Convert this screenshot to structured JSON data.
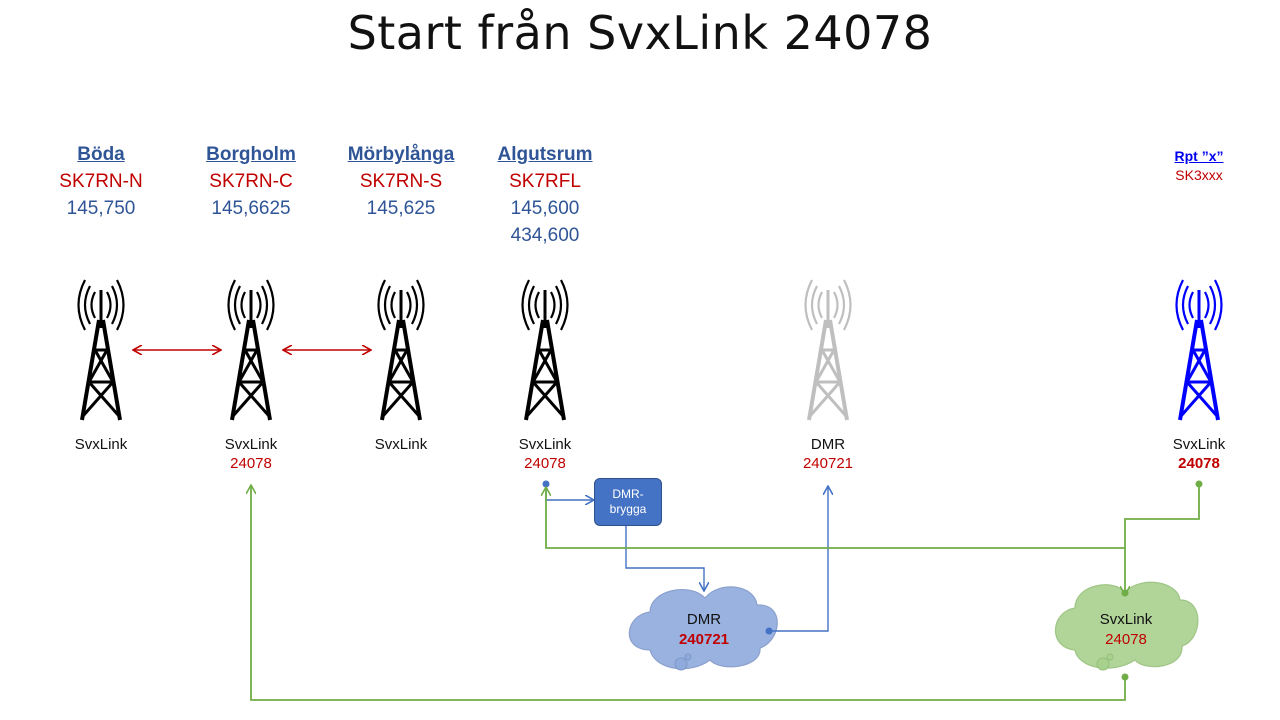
{
  "title": "Start från SvxLink 24078",
  "sites": [
    {
      "name": "Böda",
      "call": "SK7RN-N",
      "freq": [
        "145,750"
      ]
    },
    {
      "name": "Borgholm",
      "call": "SK7RN-C",
      "freq": [
        "145,6625"
      ]
    },
    {
      "name": "Mörbylånga",
      "call": "SK7RN-S",
      "freq": [
        "145,625"
      ]
    },
    {
      "name": "Algutsrum",
      "call": "SK7RFL",
      "freq": [
        "145,600",
        "434,600"
      ]
    },
    {
      "name": "Rpt ”x”",
      "call": "SK3xxx",
      "freq": []
    }
  ],
  "nodes": [
    {
      "kind": "SvxLink",
      "num": ""
    },
    {
      "kind": "SvxLink",
      "num": "24078"
    },
    {
      "kind": "SvxLink",
      "num": ""
    },
    {
      "kind": "SvxLink",
      "num": "24078"
    },
    {
      "kind": "DMR",
      "num": "240721"
    },
    {
      "kind": "SvxLink",
      "num": "24078"
    }
  ],
  "bridge": {
    "label": "DMR-brygga"
  },
  "clouds": {
    "dmr": {
      "kind": "DMR",
      "num": "240721"
    },
    "svxlink": {
      "kind": "SvxLink",
      "num": "24078"
    }
  },
  "colors": {
    "title": "#111111",
    "site_name": "#2f5597",
    "callsign": "#c00000",
    "red_arrow": "#c00000",
    "blue_link": "#4472c4",
    "green_link": "#70ad47",
    "tower_black": "#000000",
    "tower_grey": "#bfbfbf",
    "tower_blue": "#0000ff",
    "dmr_cloud": "#8faadc",
    "svx_cloud": "#a9d18e"
  }
}
